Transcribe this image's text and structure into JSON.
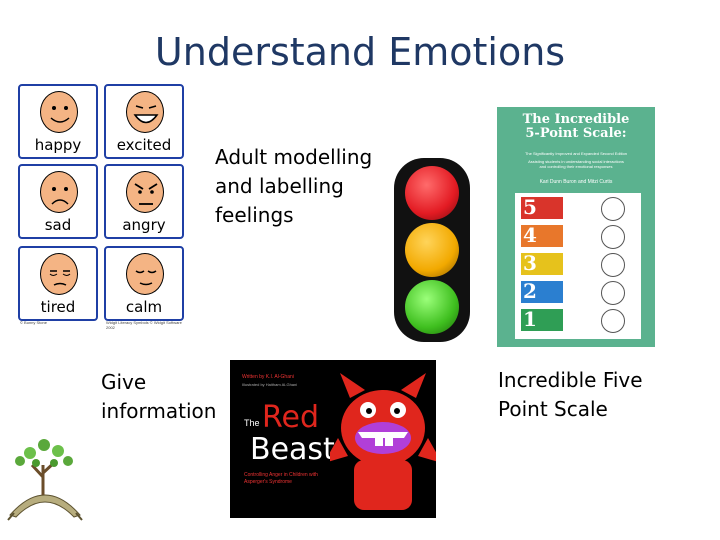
{
  "slide": {
    "title": "Understand Emotions",
    "caption_adult": "Adult modelling\nand labelling\nfeelings",
    "caption_give": "Give\ninformation",
    "caption_scale": "Incredible Five\nPoint Scale"
  },
  "emotion_cards": [
    {
      "label": "happy"
    },
    {
      "label": "excited"
    },
    {
      "label": "sad"
    },
    {
      "label": "angry"
    },
    {
      "label": "tired"
    },
    {
      "label": "calm"
    }
  ],
  "emotion_cards_footer": {
    "left": "© Bunny Stone",
    "right": "Widgit Literacy Symbols © Widgit Software 2002"
  },
  "traffic_light": {
    "colors": [
      "#e31b23",
      "#f2a900",
      "#3fbf1f"
    ],
    "icon": "traffic-light-icon"
  },
  "five_point_book": {
    "title": "The Incredible\n5-Point Scale:",
    "subtitle": "The Significantly Improved and Expanded Second Edition",
    "tagline": "Assisting students in understanding social interactions\nand controlling their emotional responses",
    "authors": "Kari Dunn Buron and Mitzi Curtis",
    "scale_numbers": [
      "5",
      "4",
      "3",
      "2",
      "1"
    ],
    "scale_colors": [
      "#d9342b",
      "#e8772b",
      "#e6c21c",
      "#2b7fd0",
      "#2f9e55"
    ],
    "background": "#5bb28f"
  },
  "red_beast_book": {
    "author": "Written by K.I. Al-Ghani",
    "illustrator": "Illustrated by Haitham Al-Ghani",
    "the": "The",
    "title_red": "Red",
    "title_beast": "Beast",
    "tagline": "Controlling Anger in Children with Asperger's Syndrome",
    "colors": {
      "beast": "#e0261d",
      "mouth": "#b13fd8"
    }
  },
  "logo": {
    "icon": "tree-bridge-logo-icon"
  }
}
